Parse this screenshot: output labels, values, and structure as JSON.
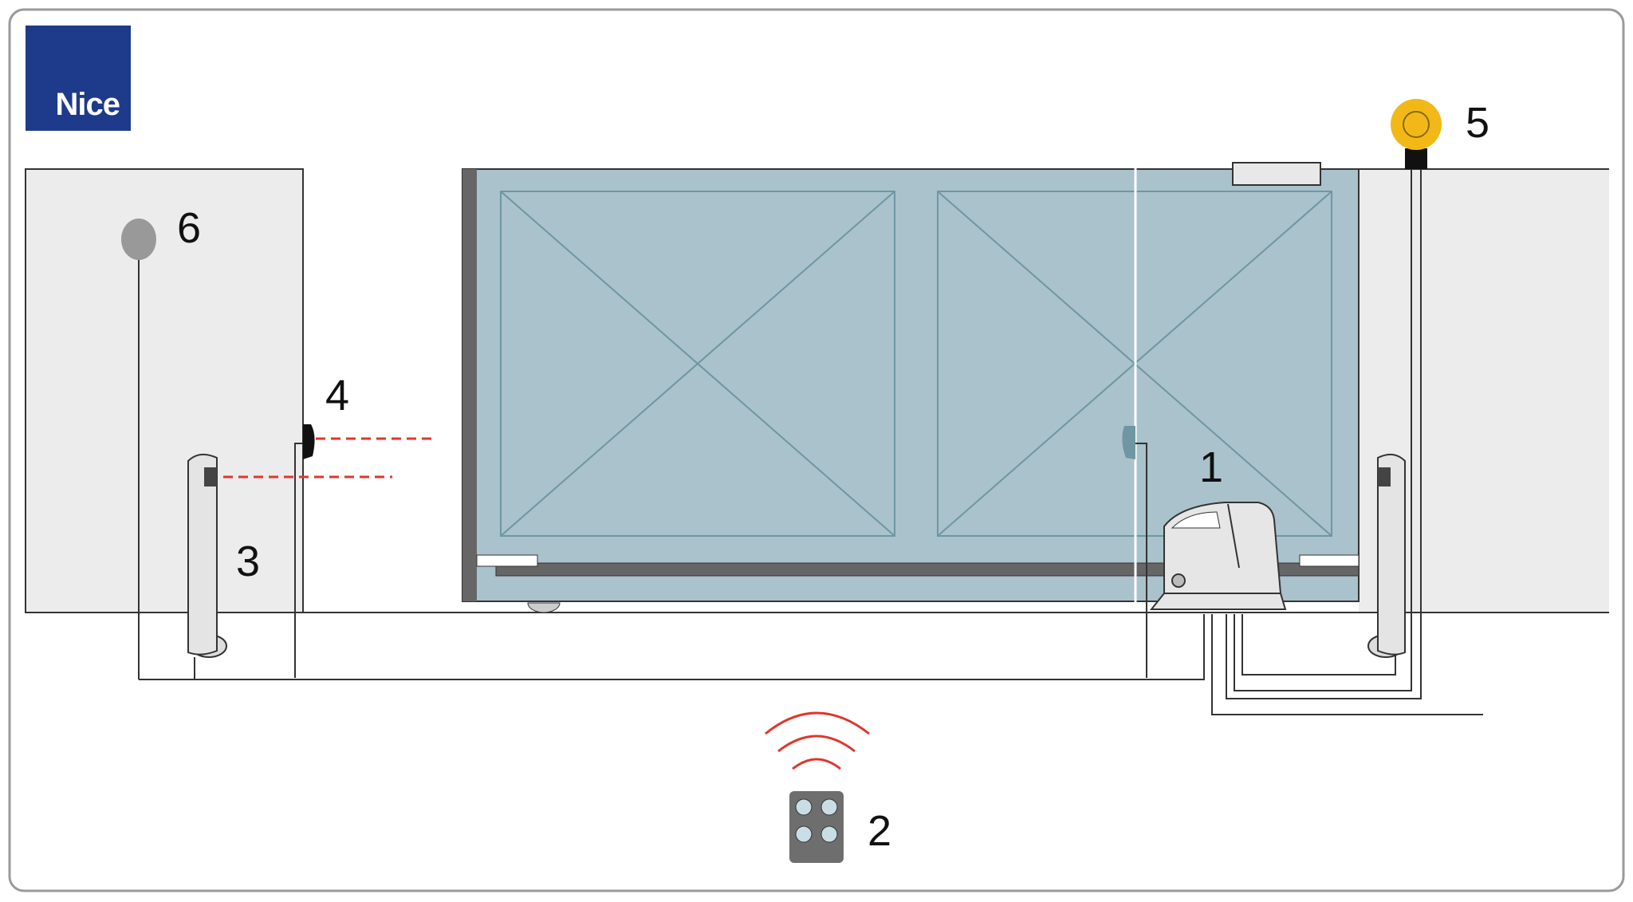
{
  "brand": {
    "name": "Nice",
    "color": "#1e3a8a"
  },
  "colors": {
    "wall": "#ececec",
    "gate": "#a9c2cb",
    "gate_line": "#6f96a3",
    "wire": "#333333",
    "beam": "#e0362c",
    "lamp": "#f2b817",
    "antenna": "#999999",
    "remote": "#6e6e6e"
  },
  "callouts": {
    "motor": "1",
    "remote": "2",
    "photocell_column": "3",
    "photocell": "4",
    "flashing_light": "5",
    "antenna": "6"
  }
}
